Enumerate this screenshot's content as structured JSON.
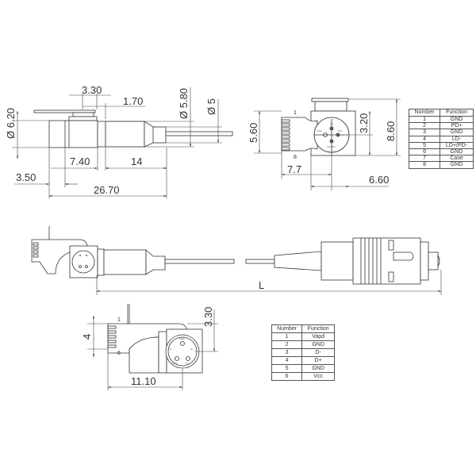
{
  "side_view": {
    "dims": {
      "d_6_20": "Ø 6.20",
      "w_3_30": "3.30",
      "w_1_70": "1.70",
      "d_5_80": "Ø 5.80",
      "d_5": "Ø 5",
      "w_7_40": "7.40",
      "w_14": "14",
      "w_3_50": "3.50",
      "w_26_70": "26.70"
    }
  },
  "end_view": {
    "dims": {
      "h_5_60": "5.60",
      "h_3_20": "3.20",
      "h_8_60": "8.60",
      "w_7_7": "7.7",
      "w_6_60": "6.60"
    },
    "pin_first": "1",
    "pin_last": "8",
    "pin_labels": [
      "Case",
      "PD+",
      "LD+/PD-",
      "LD-"
    ]
  },
  "cable_view": {
    "length_label": "L"
  },
  "usb_view": {
    "dims": {
      "h_4": "4",
      "h_3_30": "3.30",
      "w_11_10": "11.10"
    },
    "pin_first": "1",
    "pin_last": "6",
    "pin_labels": [
      "GND",
      "D-",
      "D+",
      "Vapd",
      "Vcc"
    ]
  },
  "table_8pin": {
    "headers": [
      "Number",
      "Function"
    ],
    "rows": [
      [
        "1",
        "GND"
      ],
      [
        "2",
        "PD+"
      ],
      [
        "3",
        "GND"
      ],
      [
        "4",
        "LD-"
      ],
      [
        "5",
        "LD+/PD-"
      ],
      [
        "6",
        "GND"
      ],
      [
        "7",
        "Case"
      ],
      [
        "8",
        "GND"
      ]
    ]
  },
  "table_6pin": {
    "headers": [
      "Number",
      "Function"
    ],
    "rows": [
      [
        "1",
        "Vapd"
      ],
      [
        "2",
        "GND"
      ],
      [
        "3",
        "D-"
      ],
      [
        "4",
        "D+"
      ],
      [
        "5",
        "GND"
      ],
      [
        "6",
        "Vcc"
      ]
    ]
  }
}
